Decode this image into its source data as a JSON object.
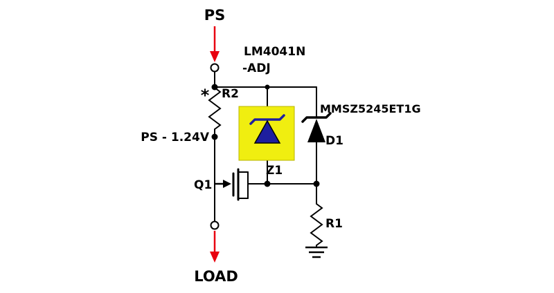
{
  "diagram": {
    "labels": {
      "supply": "PS",
      "load": "LOAD",
      "regulator_line1": "LM4041N",
      "regulator_line2": "-ADJ",
      "r2_designator": "R2",
      "r2_star": "*",
      "node_voltage": "PS - 1.24V",
      "d1_part": "MMSZ5245ET1G",
      "d1_designator": "D1",
      "z1_designator": "Z1",
      "q1_designator": "Q1",
      "r1_designator": "R1"
    },
    "colors": {
      "wire": "#000000",
      "flow_arrow": "#e8000f",
      "reference_box_fill": "#f0ee10",
      "reference_box_border": "#b8b400",
      "reference_symbol_fill": "#1e1e9e",
      "diode_fill": "#000000",
      "background": "#ffffff"
    }
  }
}
